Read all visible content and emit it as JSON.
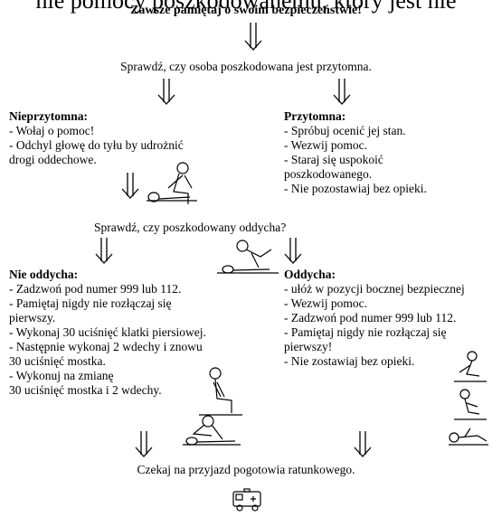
{
  "header": {
    "cut_title": "nie pomocy poszkodowanemu, który jest nie",
    "safety_line": "Zawsze pamiętaj o swoim bezpieczeństwie!"
  },
  "step_check_conscious": "Sprawdź, czy osoba poszkodowana jest przytomna.",
  "unconscious": {
    "heading": "Nieprzytomna:",
    "lines": [
      "- Wołaj o pomoc!",
      "- Odchyl głowę do tyłu by udrożnić",
      "drogi oddechowe."
    ]
  },
  "conscious": {
    "heading": "Przytomna:",
    "lines": [
      "- Spróbuj ocenić jej stan.",
      "- Wezwij pomoc.",
      "- Staraj się uspokoić",
      "poszkodowanego.",
      "- Nie pozostawiaj bez opieki."
    ]
  },
  "step_check_breathing": "Sprawdź, czy poszkodowany oddycha?",
  "not_breathing": {
    "heading": "Nie oddycha:",
    "lines": [
      "- Zadzwoń pod numer 999 lub 112.",
      "- Pamiętaj nigdy nie rozłączaj się",
      "pierwszy.",
      "- Wykonaj 30 uciśnięć klatki piersiowej.",
      "- Następnie wykonaj 2 wdechy i znowu",
      "30 uciśnięć mostka.",
      "- Wykonuj na zmianę",
      "30 uciśnięć mostka i 2 wdechy."
    ]
  },
  "breathing": {
    "heading": "Oddycha:",
    "lines": [
      "- ułóż w pozycji bocznej bezpiecznej",
      "- Wezwij pomoc.",
      "- Zadzwoń pod numer 999 lub 112.",
      "- Pamiętaj nigdy nie rozłączaj się",
      "pierwszy!",
      "- Nie zostawiaj bez opieki."
    ]
  },
  "final_step": "Czekaj na przyjazd pogotowia ratunkowego."
}
